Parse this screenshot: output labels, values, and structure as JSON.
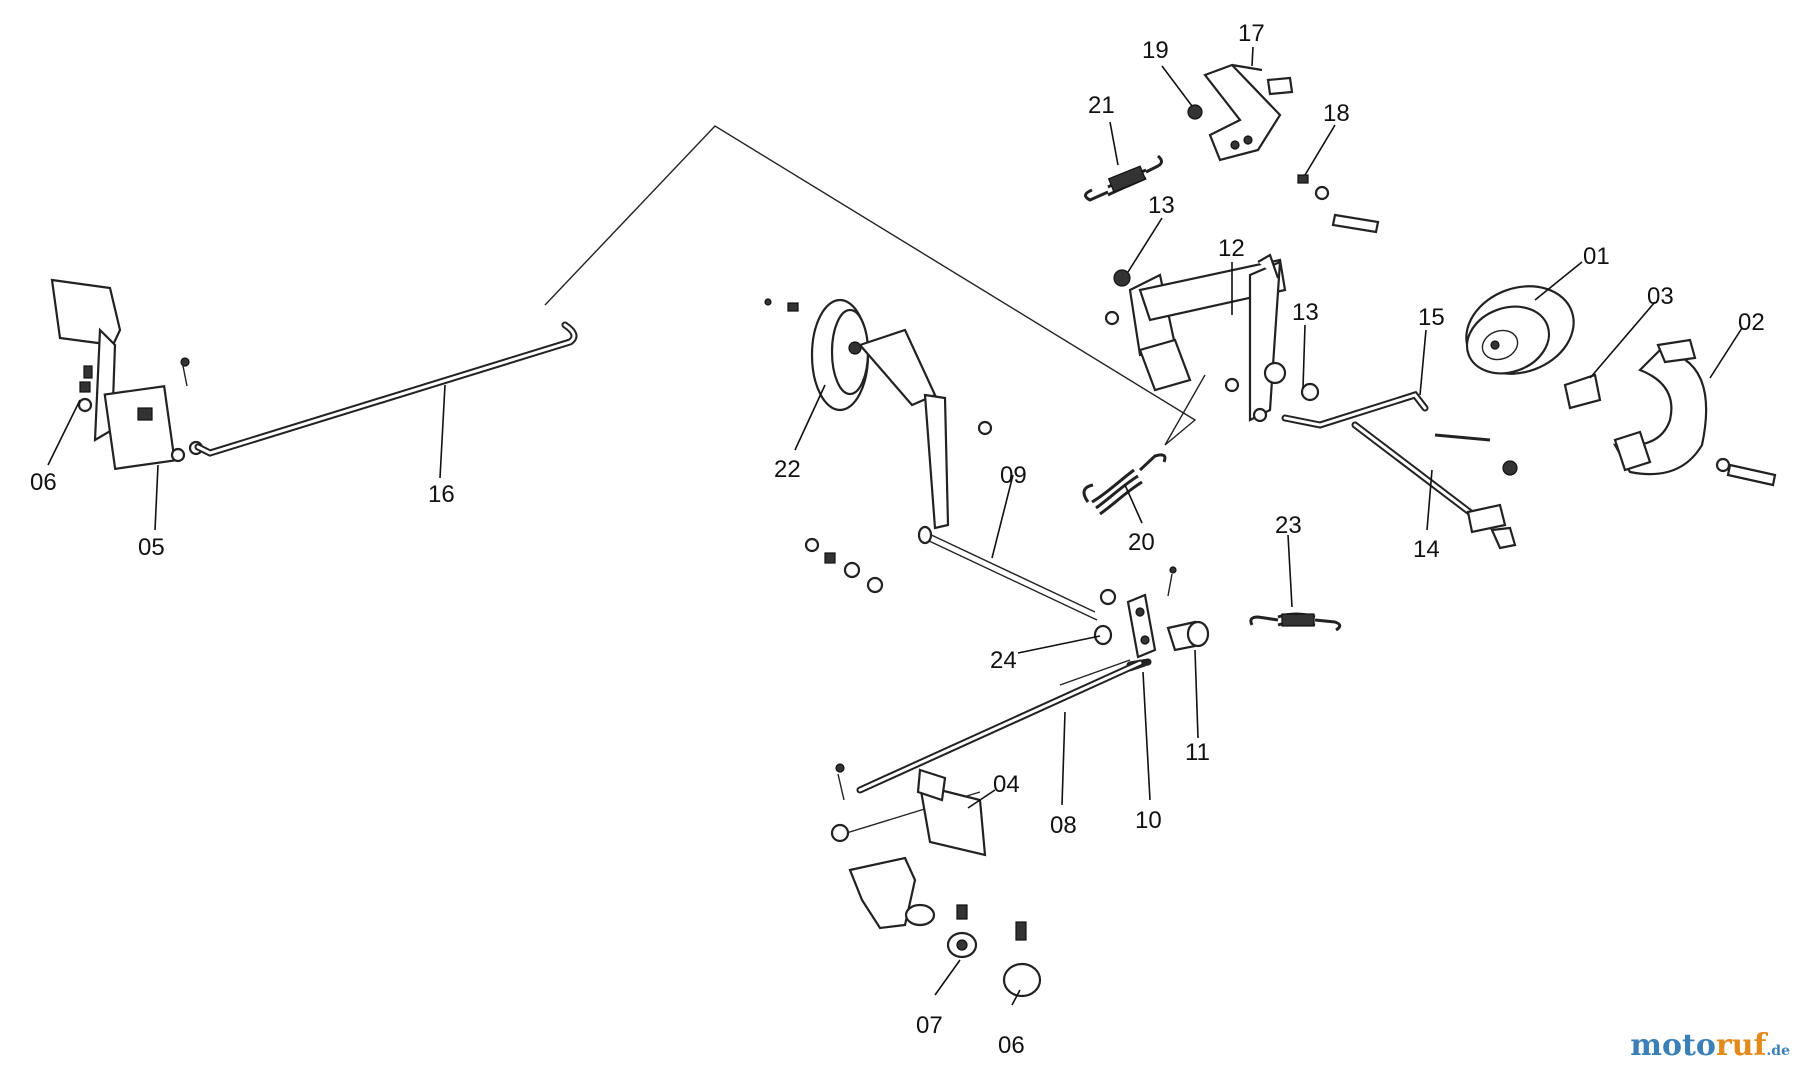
{
  "callouts": [
    {
      "id": "01",
      "text": "01"
    },
    {
      "id": "02",
      "text": "02"
    },
    {
      "id": "03",
      "text": "03"
    },
    {
      "id": "04",
      "text": "04"
    },
    {
      "id": "05",
      "text": "05"
    },
    {
      "id": "06a",
      "text": "06"
    },
    {
      "id": "06b",
      "text": "06"
    },
    {
      "id": "07",
      "text": "07"
    },
    {
      "id": "08",
      "text": "08"
    },
    {
      "id": "09",
      "text": "09"
    },
    {
      "id": "10",
      "text": "10"
    },
    {
      "id": "11",
      "text": "11"
    },
    {
      "id": "12",
      "text": "12"
    },
    {
      "id": "13a",
      "text": "13"
    },
    {
      "id": "13b",
      "text": "13"
    },
    {
      "id": "14",
      "text": "14"
    },
    {
      "id": "15",
      "text": "15"
    },
    {
      "id": "16",
      "text": "16"
    },
    {
      "id": "17",
      "text": "17"
    },
    {
      "id": "18",
      "text": "18"
    },
    {
      "id": "19",
      "text": "19"
    },
    {
      "id": "20",
      "text": "20"
    },
    {
      "id": "21",
      "text": "21"
    },
    {
      "id": "22",
      "text": "22"
    },
    {
      "id": "23",
      "text": "23"
    },
    {
      "id": "24",
      "text": "24"
    }
  ],
  "watermark": {
    "part1": "moto",
    "part2": "ruf",
    "tld": ".de"
  }
}
